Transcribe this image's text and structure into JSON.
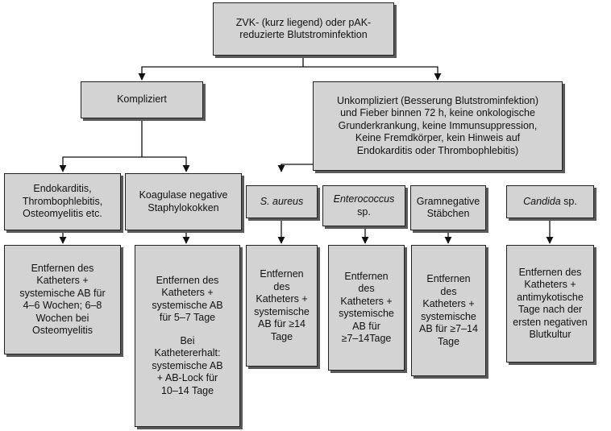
{
  "root": {
    "lines": [
      "ZVK- (kurz liegend) oder pAK-",
      "reduzierte Blutstrominfektion"
    ]
  },
  "complicated": {
    "label": "Kompliziert"
  },
  "uncomplicated": {
    "lines": [
      "Unkompliziert (Besserung Blutstrominfektion)",
      "und Fieber binnen 72 h, keine onkologische",
      "Grunderkrankung, keine Immunsuppression,",
      "Keine Fremdkörper, kein Hinweis auf",
      "Endokarditis oder Thrombophlebitis)"
    ]
  },
  "categories": {
    "endocarditis": {
      "lines": [
        "Endokarditis,",
        "Thrombophlebitis,",
        "Osteomyelitis etc."
      ]
    },
    "cons": {
      "lines": [
        "Koagulase negative",
        "Staphylokokken"
      ]
    },
    "saureus": {
      "italic": "S. aureus"
    },
    "enterococcus": {
      "italic": "Enterococcus",
      "suffix": "sp."
    },
    "gramneg": {
      "lines": [
        "Gramnegative",
        "Stäbchen"
      ]
    },
    "candida": {
      "italic": "Candida",
      "suffix": " sp."
    }
  },
  "treatments": {
    "endocarditis": {
      "lines": [
        "Entfernen des",
        "Katheters +",
        "systemische AB für",
        "4–6 Wochen; 6–8",
        "Wochen bei",
        "Osteomyelitis"
      ]
    },
    "cons": {
      "lines_a": [
        "Entfernen des",
        "Katheters +",
        "systemische AB",
        "für 5–7 Tage"
      ],
      "lines_b": [
        "Bei",
        "Kathetererhalt:",
        "systemische AB",
        "+ AB-Lock für",
        "10–14 Tage"
      ]
    },
    "saureus": {
      "lines": [
        "Entfernen",
        "des",
        "Katheters +",
        "systemische",
        "AB für ≥14",
        "Tage"
      ]
    },
    "enterococcus": {
      "lines": [
        "Entfernen",
        "des",
        "Katheters +",
        "systemische",
        "AB für",
        "≥7–14Tage"
      ]
    },
    "gramneg": {
      "lines": [
        "Entfernen",
        "des",
        "Katheters +",
        "systemische",
        "AB für ≥7–14",
        "Tage"
      ]
    },
    "candida": {
      "lines": [
        "Entfernen des",
        "Katheters +",
        "antimykotische",
        "Tage nach der",
        "ersten negativen",
        "Blutkultur"
      ]
    }
  }
}
